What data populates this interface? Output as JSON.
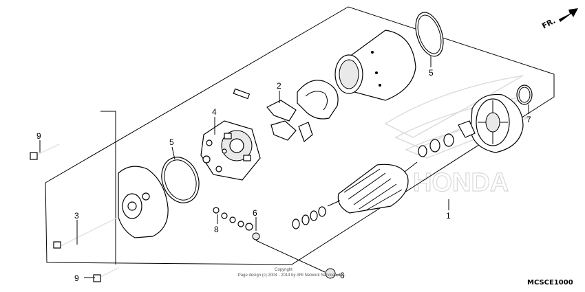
{
  "direction_label": "FR.",
  "diagram_code": "MCSCE1000",
  "watermark": "HONDA",
  "copyright": {
    "line1": "Copyright",
    "line2": "Page design (c) 2004 - 2014 by ARI Network Services, Inc."
  },
  "callouts": {
    "c1": "1",
    "c2": "2",
    "c3": "3",
    "c4": "4",
    "c5_top": "5",
    "c5_left": "5",
    "c6_mid": "6",
    "c6_bottom": "6",
    "c7": "7",
    "c8": "8",
    "c9_top": "9",
    "c9_bottom": "9"
  }
}
